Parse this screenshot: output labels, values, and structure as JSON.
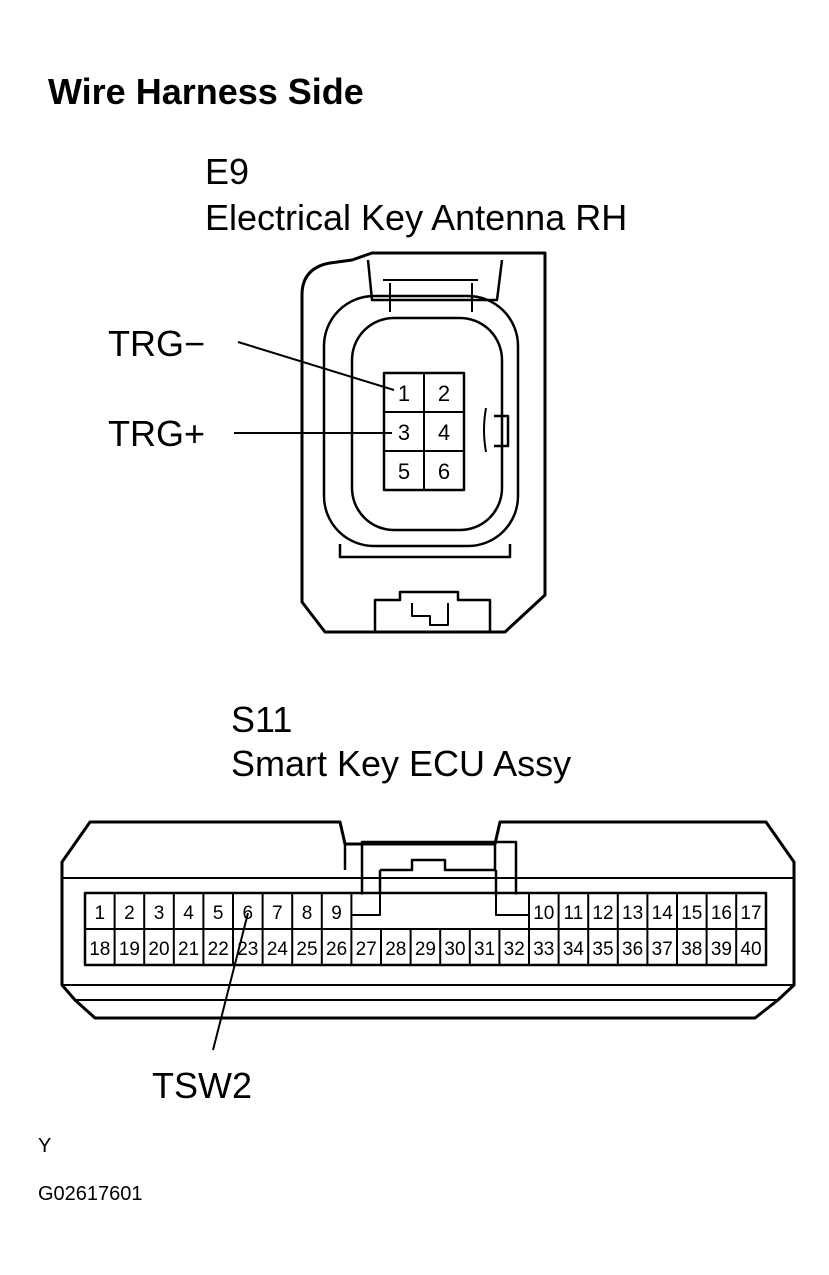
{
  "header": {
    "title": "Wire Harness Side"
  },
  "connector_e9": {
    "id": "E9",
    "name": "Electrical Key Antenna RH",
    "pins": [
      "1",
      "2",
      "3",
      "4",
      "5",
      "6"
    ],
    "labels": {
      "trg_minus": "TRG−",
      "trg_plus": "TRG+"
    }
  },
  "connector_s11": {
    "id": "S11",
    "name": "Smart Key ECU Assy",
    "pins": [
      "1",
      "2",
      "3",
      "4",
      "5",
      "6",
      "7",
      "8",
      "9",
      "10",
      "11",
      "12",
      "13",
      "14",
      "15",
      "16",
      "17",
      "18",
      "19",
      "20",
      "21",
      "22",
      "23",
      "24",
      "25",
      "26",
      "27",
      "28",
      "29",
      "30",
      "31",
      "32",
      "33",
      "34",
      "35",
      "36",
      "37",
      "38",
      "39",
      "40"
    ],
    "labels": {
      "tsw2": "TSW2"
    }
  },
  "footer": {
    "mark": "Y",
    "figure_code": "G02617601"
  }
}
